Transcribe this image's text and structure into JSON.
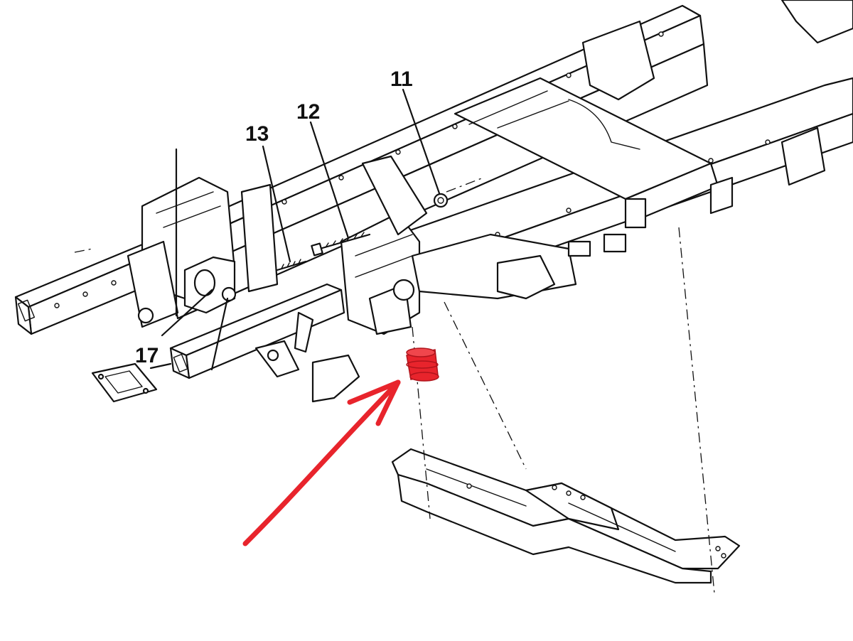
{
  "diagram": {
    "callouts": {
      "c11": "11",
      "c12": "12",
      "c13": "13",
      "c17": "17"
    },
    "highlight": {
      "part": "bushing",
      "color": "#e8242c",
      "arrow_color": "#e8242c"
    },
    "line_color": "#111111",
    "background": "#ffffff"
  }
}
